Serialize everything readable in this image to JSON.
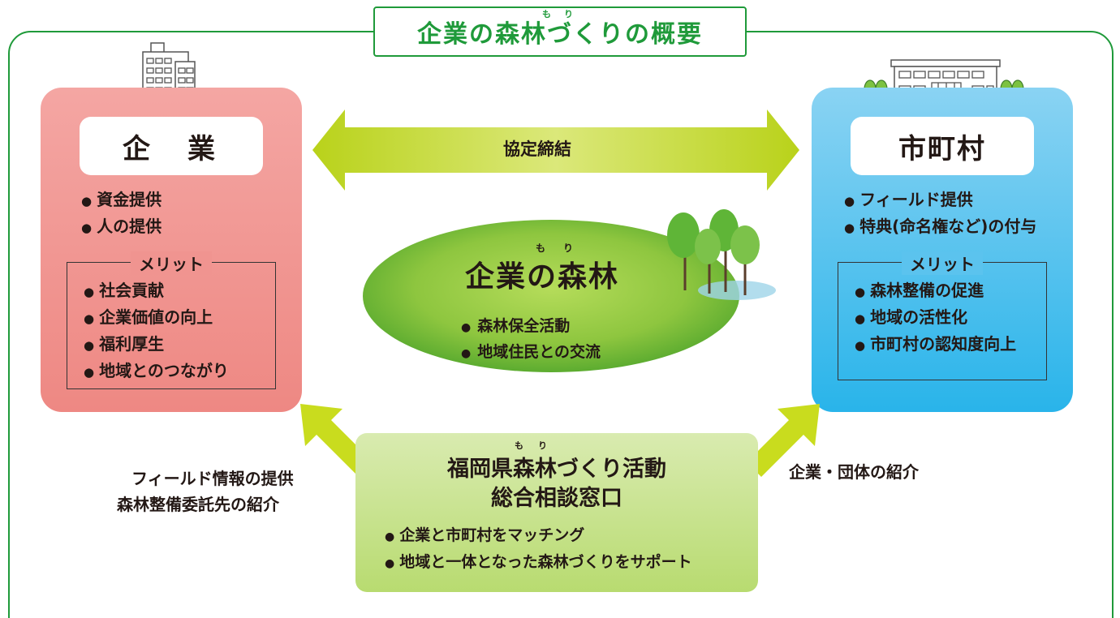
{
  "title": {
    "text": "企業の森林づくりの概要",
    "ruby": "もり"
  },
  "company": {
    "label": "企　業",
    "items": [
      "資金提供",
      "人の提供"
    ],
    "merit_title": "メリット",
    "merits": [
      "社会貢献",
      "企業価値の向上",
      "福利厚生",
      "地域とのつながり"
    ]
  },
  "city": {
    "label": "市町村",
    "items": [
      "フィールド提供",
      "特典(命名権など)の付与"
    ],
    "merit_title": "メリット",
    "merits": [
      "森林整備の促進",
      "地域の活性化",
      "市町村の認知度向上"
    ]
  },
  "agreement": {
    "label": "協定締結"
  },
  "forest": {
    "title": "企業の森林",
    "ruby": "もり",
    "items": [
      "森林保全活動",
      "地域住民との交流"
    ]
  },
  "consult": {
    "title_line1": "福岡県森林づくり活動",
    "title_line2": "総合相談窓口",
    "ruby": "もり",
    "items": [
      "企業と市町村をマッチング",
      "地域と一体となった森林づくりをサポート"
    ]
  },
  "left_note": [
    "フィールド情報の提供",
    "森林整備委託先の紹介"
  ],
  "right_note": "企業・団体の紹介",
  "colors": {
    "frame": "#1f9a3a",
    "arrow": "#c9dc1e",
    "company": "#ee8883",
    "city": "#29b4ea",
    "forest": "#7cc242"
  }
}
